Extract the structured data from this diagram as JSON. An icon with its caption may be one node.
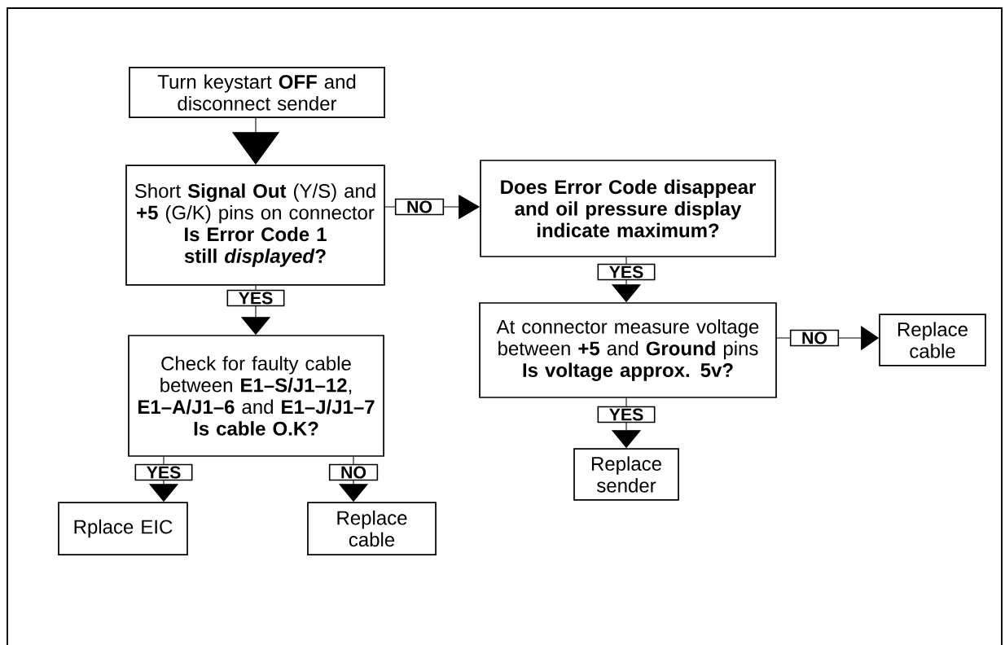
{
  "diagram": {
    "nodes": [
      {
        "text": [
          "Turn keystart **OFF** and disconnect sender"
        ]
      },
      {
        "text": [
          "Short **Signal Out** (Y/S) and **+5** (G/K) pins on connector",
          "Is Error Code 1 still *displayed*?"
        ]
      },
      {
        "text": [
          "Does Error Code disappear and oil pressure display indicate maximum?"
        ]
      },
      {
        "text": [
          "Check for faulty cable between **E1–S/J1–12**, **E1–A/J1–6** and **E1–J/J1–7**",
          "Is cable O.K?"
        ]
      },
      {
        "text": [
          "At connector measure voltage between **+5** and **Ground** pins",
          "Is voltage approx. 5v?"
        ]
      },
      {
        "text": [
          "Replace cable"
        ]
      },
      {
        "text": [
          "Replace sender"
        ]
      },
      {
        "text": [
          "Rplace EIC"
        ]
      },
      {
        "text": [
          "Replace cable"
        ]
      }
    ],
    "edges": [
      {
        "from": 0,
        "to": 1,
        "arrow": "to"
      },
      {
        "from": 1,
        "to": 2,
        "arrow": "to",
        "label": "NO"
      },
      {
        "from": 1,
        "to": 3,
        "arrow": "to",
        "label": "YES"
      },
      {
        "from": 2,
        "to": 4,
        "arrow": "to",
        "label": "YES"
      },
      {
        "from": 4,
        "to": 5,
        "arrow": "to",
        "label": "NO"
      },
      {
        "from": 4,
        "to": 6,
        "arrow": "to",
        "label": "YES"
      },
      {
        "from": 3,
        "to": 7,
        "arrow": "to",
        "label": "YES"
      },
      {
        "from": 3,
        "to": 8,
        "arrow": "to",
        "label": "NO"
      }
    ]
  }
}
